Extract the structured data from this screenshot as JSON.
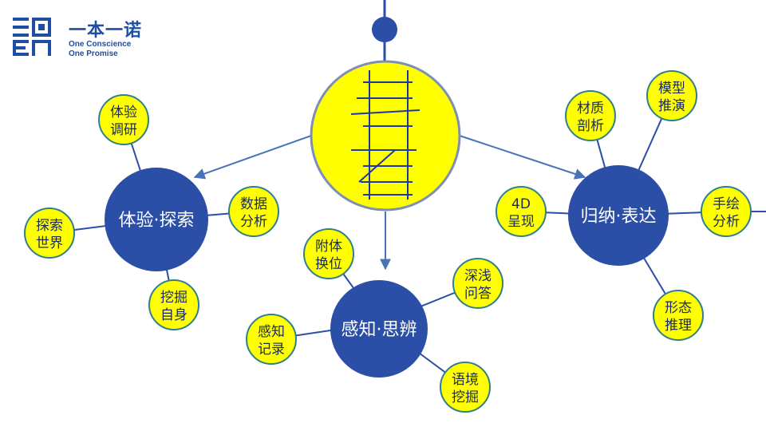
{
  "logo": {
    "title": "一本一诺",
    "subtitle_line1": "One Conscience",
    "subtitle_line2": "One Promise"
  },
  "colors": {
    "navy": "#2b4ea6",
    "yellow": "#ffff00",
    "edge": "#4a72b8",
    "small_border": "#2f7f8f",
    "center_border": "#7d8fb5"
  },
  "hubs": {
    "left": "体验·探索",
    "bottom": "感知·思辨",
    "right": "归纳·表达"
  },
  "leaves": {
    "left": [
      [
        "体验",
        "调研"
      ],
      [
        "数据",
        "分析"
      ],
      [
        "探索",
        "世界"
      ],
      [
        "挖掘",
        "自身"
      ]
    ],
    "bottom": [
      [
        "附体",
        "换位"
      ],
      [
        "深浅",
        "问答"
      ],
      [
        "感知",
        "记录"
      ],
      [
        "语境",
        "挖掘"
      ]
    ],
    "right": [
      [
        "材质",
        "剖析"
      ],
      [
        "模型",
        "推演"
      ],
      [
        "4D",
        "呈现"
      ],
      [
        "手绘",
        "分析"
      ],
      [
        "形态",
        "推理"
      ]
    ]
  }
}
